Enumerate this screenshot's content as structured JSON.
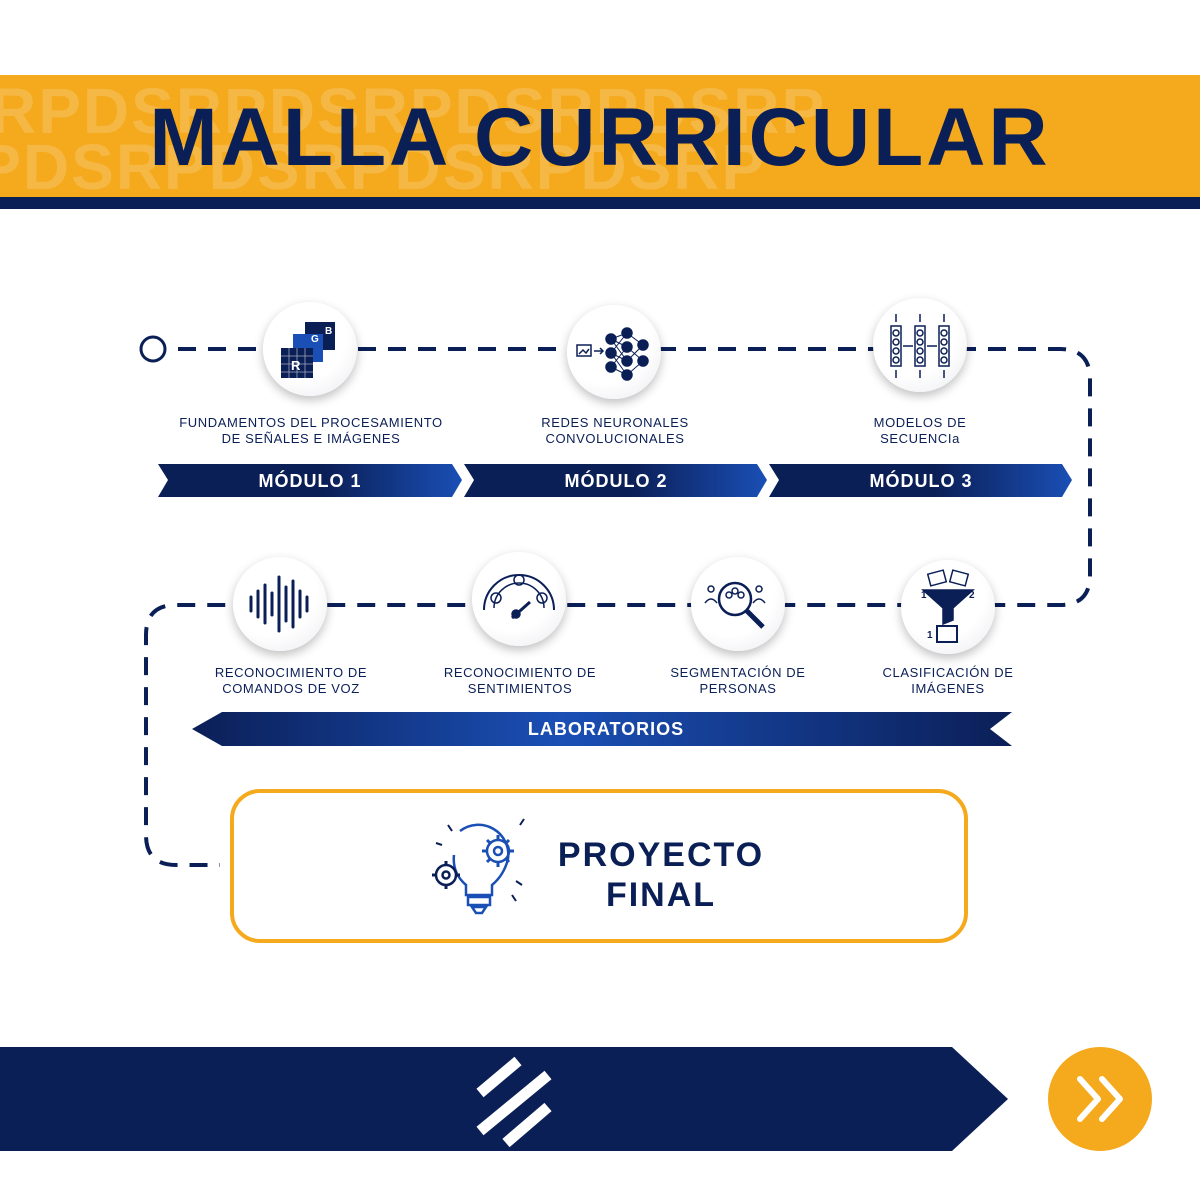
{
  "header": {
    "title": "MALLA CURRICULAR",
    "watermark_text": "RPDSRPDSRPDSRPDSRP"
  },
  "modules": [
    {
      "caption": "FUNDAMENTOS DEL PROCESAMIENTO DE SEÑALES E IMÁGENES",
      "label": "MÓDULO 1",
      "icon": "rgb-channels-icon"
    },
    {
      "caption": "REDES NEURONALES CONVOLUCIONALES",
      "label": "MÓDULO 2",
      "icon": "neural-network-icon"
    },
    {
      "caption": "MODELOS DE SECUENCIa",
      "label": "MÓDULO 3",
      "icon": "sequence-model-icon"
    }
  ],
  "labs": {
    "label": "LABORATORIOS",
    "items": [
      {
        "caption": "RECONOCIMIENTO DE COMANDOS DE VOZ",
        "icon": "sound-wave-icon"
      },
      {
        "caption": "RECONOCIMIENTO DE SENTIMIENTOS",
        "icon": "sentiment-gauge-icon"
      },
      {
        "caption": "SEGMENTACIÓN DE PERSONAS",
        "icon": "people-search-icon"
      },
      {
        "caption": "CLASIFICACIÓN DE IMÁGENES",
        "icon": "image-filter-icon"
      }
    ]
  },
  "final_project": {
    "line1": "PROYECTO",
    "line2": "FINAL",
    "icon": "lightbulb-gears-icon"
  },
  "footer": {
    "icon": "double-slash-icon",
    "next_icon": "double-chevron-right-icon"
  },
  "colors": {
    "navy": "#0b1f57",
    "orange": "#f5a91c",
    "blue_gradient_end": "#1a4fb5"
  }
}
